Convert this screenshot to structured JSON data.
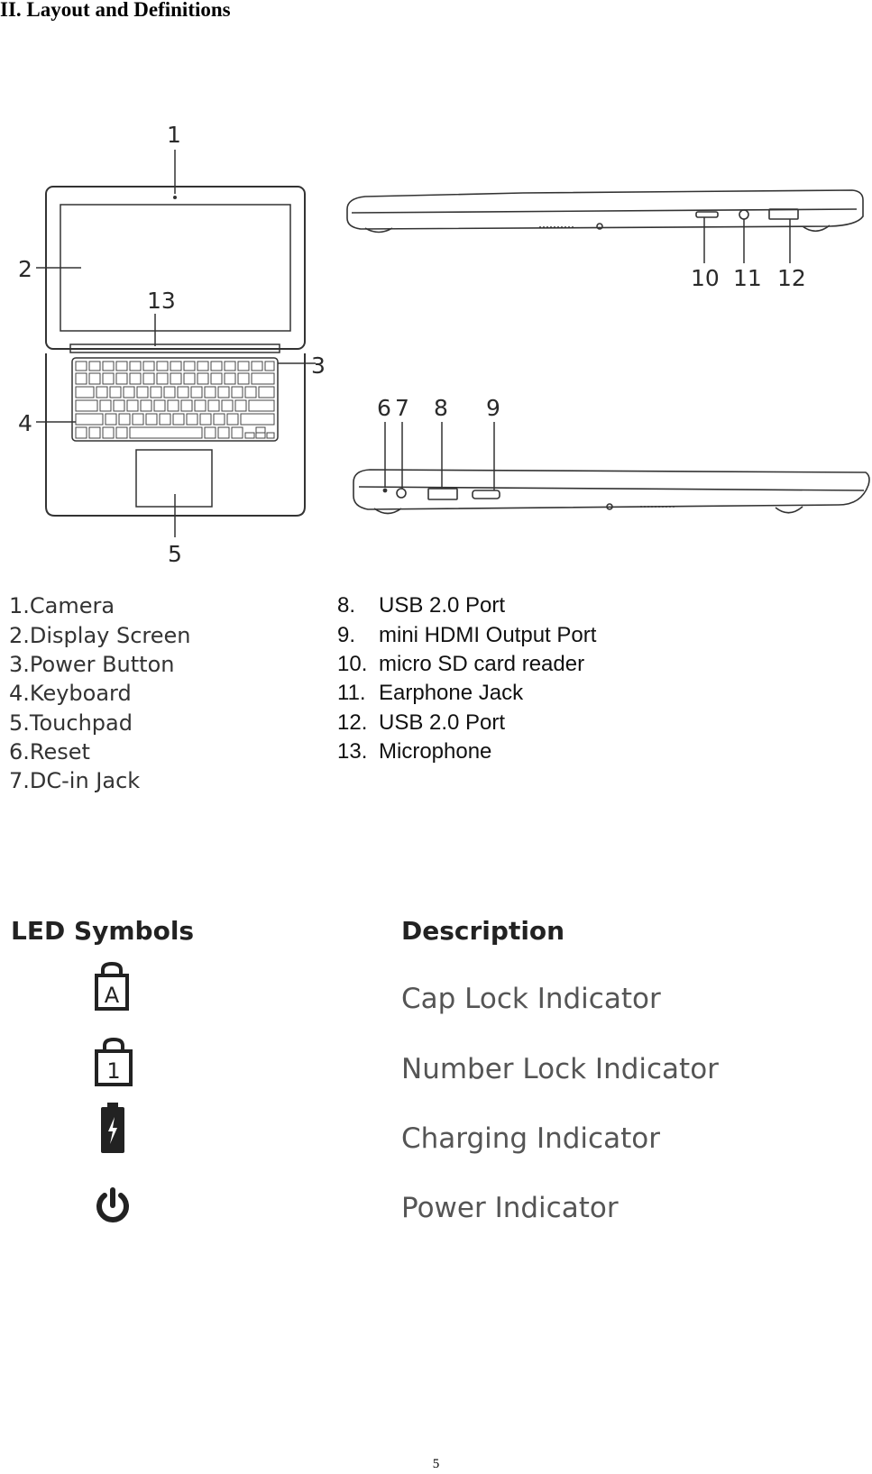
{
  "heading": "II. Layout and Definitions",
  "callouts": {
    "c1": "1",
    "c2": "2",
    "c3": "3",
    "c4": "4",
    "c5": "5",
    "c6": "6",
    "c7": "7",
    "c8": "8",
    "c9": "9",
    "c10": "10",
    "c11": "11",
    "c12": "12",
    "c13": "13"
  },
  "legend_left": [
    "1.Camera",
    "2.Display Screen",
    "3.Power Button",
    "4.Keyboard",
    "5.Touchpad",
    "6.Reset",
    "7.DC-in Jack"
  ],
  "legend_right": [
    {
      "num": "8.",
      "label": "USB 2.0 Port"
    },
    {
      "num": "9.",
      "label": "mini HDMI Output Port"
    },
    {
      "num": "10.",
      "label": "micro SD card reader"
    },
    {
      "num": "11.",
      "label": "Earphone Jack"
    },
    {
      "num": "12.",
      "label": "USB 2.0 Port"
    },
    {
      "num": "13.",
      "label": "Microphone"
    }
  ],
  "led_table": {
    "col_symbols": "LED Symbols",
    "col_description": "Description",
    "rows": [
      {
        "icon": "cap-lock-icon",
        "glyph": "A",
        "description": "Cap Lock Indicator"
      },
      {
        "icon": "number-lock-icon",
        "glyph": "1",
        "description": "Number Lock Indicator"
      },
      {
        "icon": "charging-icon",
        "description": "Charging Indicator"
      },
      {
        "icon": "power-icon",
        "description": "Power Indicator"
      }
    ]
  },
  "page_number": "5"
}
